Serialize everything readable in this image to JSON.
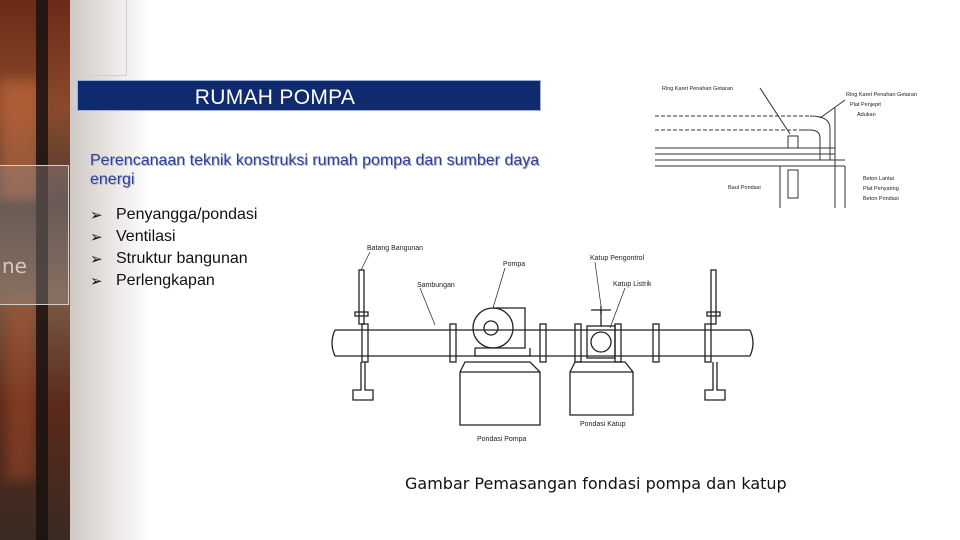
{
  "slide": {
    "title": "RUMAH POMPA",
    "subtitle": "Perencanaan teknik konstruksi rumah pompa dan sumber daya energi",
    "bullets": [
      "Penyangga/pondasi",
      "Ventilasi",
      "Struktur bangunan",
      "Perlengkapan"
    ],
    "caption": "Gambar Pemasangan fondasi pompa dan katup"
  },
  "background": {
    "side_text": "ne"
  },
  "figure": {
    "labels": {
      "batang_bangunan": "Batang Bangunan",
      "pompa": "Pompa",
      "katup_pengontrol": "Katup Pengontrol",
      "sambungan": "Sambungan",
      "katup_listrik": "Katup Listrik",
      "pondasi_katup": "Pondasi Katup",
      "pondasi_pompa": "Pondasi Pompa"
    }
  },
  "detail": {
    "labels": {
      "ring_karet_penahan_getaran_top": "Ring Karet Penahan Getaran",
      "ring_karet_penahan_getaran_right": "Ring Karet Penahan Getaran",
      "plat_penjepit": "Plat Penjepit",
      "adukan": "Adukan",
      "baut_pondasi": "Baut Pondasi",
      "beton_lantai": "Beton Lantai",
      "plat_penyaring": "Plat Penyaring",
      "beton_pondasi": "Beton Pondasi"
    }
  },
  "colors": {
    "title_bg": "#0f2a6e",
    "title_text": "#ffffff",
    "subtitle_text": "#2b3f9c"
  }
}
